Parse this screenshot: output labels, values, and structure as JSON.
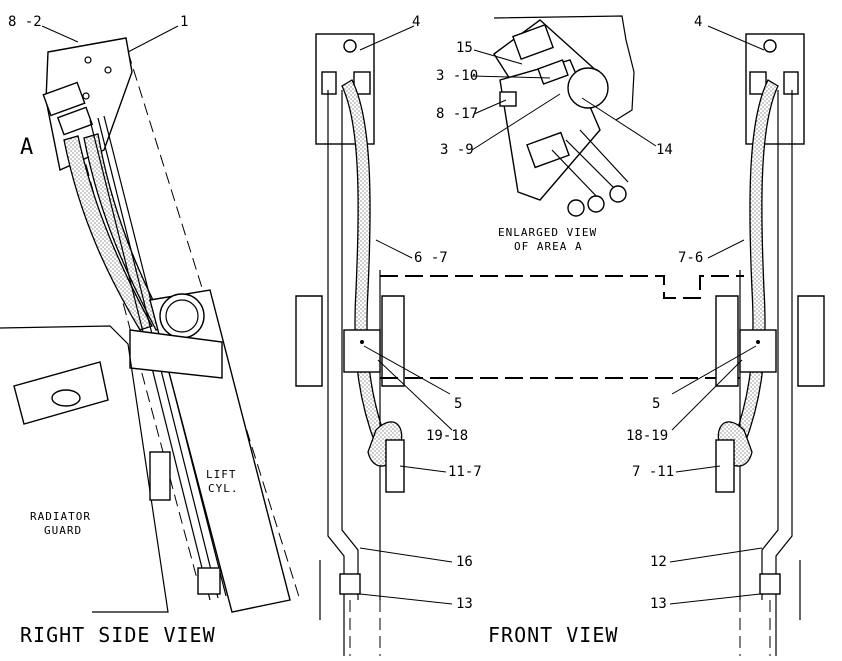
{
  "views": {
    "side": {
      "caption": "RIGHT SIDE VIEW",
      "area_marker": "A",
      "radiator_label_1": "RADIATOR",
      "radiator_label_2": "GUARD",
      "lift_label_1": "LIFT",
      "lift_label_2": "CYL."
    },
    "front": {
      "caption": "FRONT VIEW"
    },
    "enlarged": {
      "caption_1": "ENLARGED VIEW",
      "caption_2": "OF AREA A"
    }
  },
  "callouts": {
    "side_8_2": "8 -2",
    "side_1": "1",
    "front_left_4": "4",
    "front_left_6_7": "6 -7",
    "front_left_5": "5",
    "front_left_19_18": "19-18",
    "front_left_11_7": "11-7",
    "front_left_16": "16",
    "front_left_13": "13",
    "enl_15": "15",
    "enl_3_10": "3 -10",
    "enl_8_17": "8 -17",
    "enl_3_9": "3 -9",
    "enl_14": "14",
    "front_right_4": "4",
    "front_right_7_6": "7-6",
    "front_right_5": "5",
    "front_right_18_19": "18-19",
    "front_right_7_11": "7 -11",
    "front_right_12": "12",
    "front_right_13": "13"
  }
}
